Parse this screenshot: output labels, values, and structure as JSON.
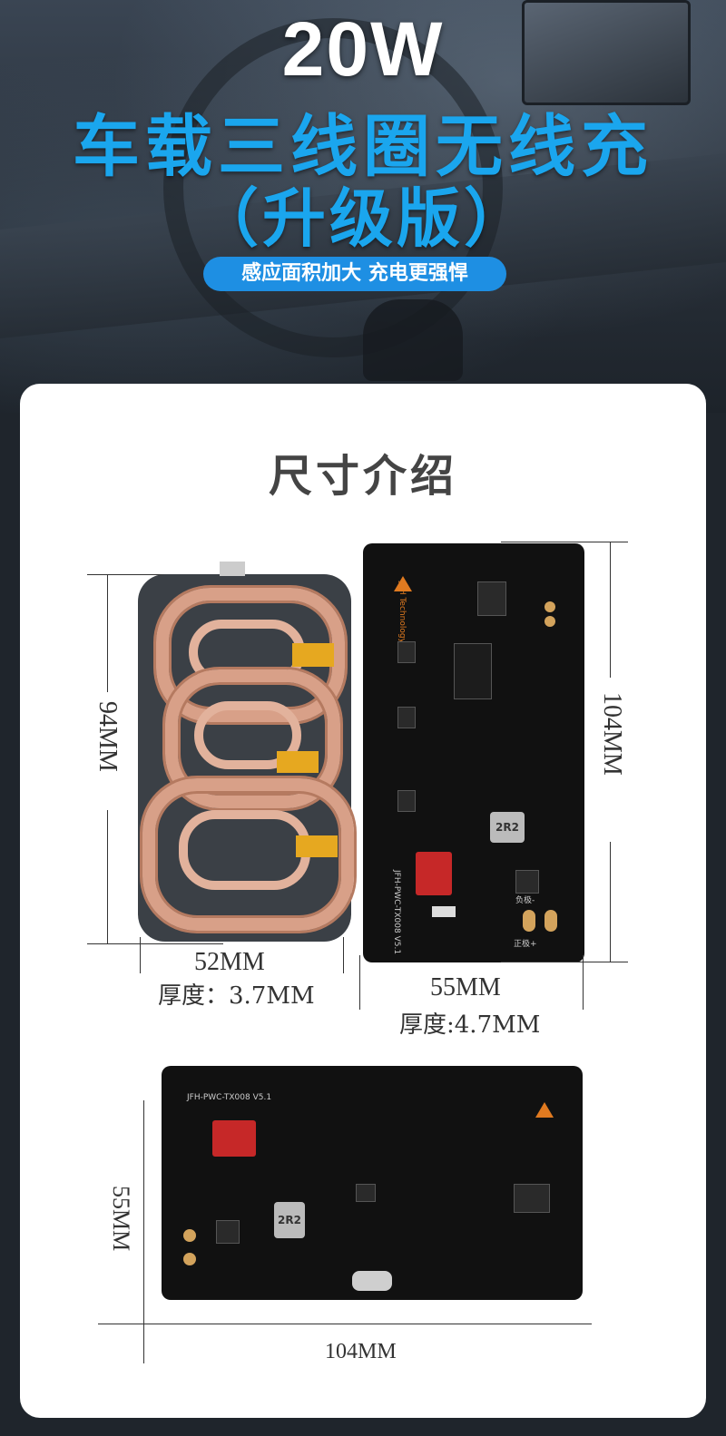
{
  "banner": {
    "headline": "20W",
    "title": "车载三线圈无线充",
    "subtitle": "（升级版）",
    "tagline": "感应面积加大 充电更强悍"
  },
  "section": {
    "title": "尺寸介绍"
  },
  "coil_board": {
    "height": "94MM",
    "width": "52MM",
    "thickness": "厚度：3.7MM"
  },
  "pcb_top": {
    "height": "104MM",
    "width": "55MM",
    "thickness": "厚度:4.7MM",
    "inductor_label": "2R2",
    "brand": "JFH Technology",
    "model": "JFH-PWC-TX008 V5.1",
    "neg": "负极-",
    "pos": "正极+"
  },
  "pcb_bottom": {
    "height": "55MM",
    "width": "104MM",
    "inductor_label": "2R2",
    "model": "JFH-PWC-TX008 V5.1"
  },
  "colors": {
    "accent_blue": "#1aa6ee",
    "pill_blue": "#1e8fe3",
    "copper": "#d8a088",
    "pcb": "#111111"
  }
}
